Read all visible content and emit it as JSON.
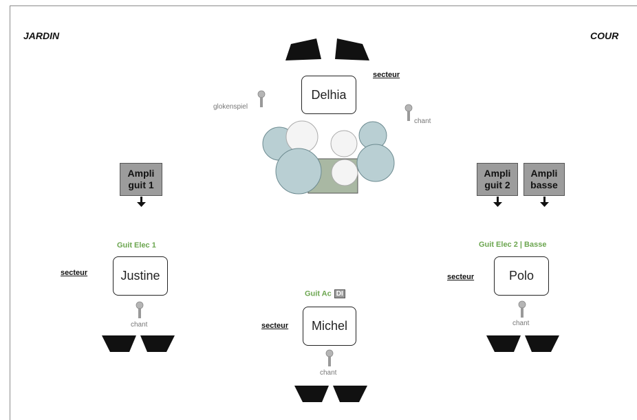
{
  "stage": {
    "jardin": "JARDIN",
    "cour": "COUR"
  },
  "center": {
    "name": "Delhia",
    "secteur": "secteur",
    "mic_left": "glokenspiel",
    "mic_right": "chant"
  },
  "left": {
    "ampli_line1": "Ampli",
    "ampli_line2": "guit 1",
    "instrument": "Guit Elec 1",
    "secteur": "secteur",
    "name": "Justine",
    "mic": "chant"
  },
  "middle": {
    "instrument": "Guit Ac",
    "di": "DI",
    "secteur": "secteur",
    "name": "Michel",
    "mic": "chant"
  },
  "right": {
    "ampli1_line1": "Ampli",
    "ampli1_line2": "guit 2",
    "ampli2_line1": "Ampli",
    "ampli2_line2": "basse",
    "instrument": "Guit Elec 2 | Basse",
    "secteur": "secteur",
    "name": "Polo",
    "mic": "chant"
  },
  "colors": {
    "drum": "#b9cfd3",
    "drum_light": "#f4f4f4",
    "drum_box": "#a9b8a3",
    "wedge": "#111111",
    "ampli": "#9c9c9c",
    "instrument_text": "#6ca650"
  }
}
